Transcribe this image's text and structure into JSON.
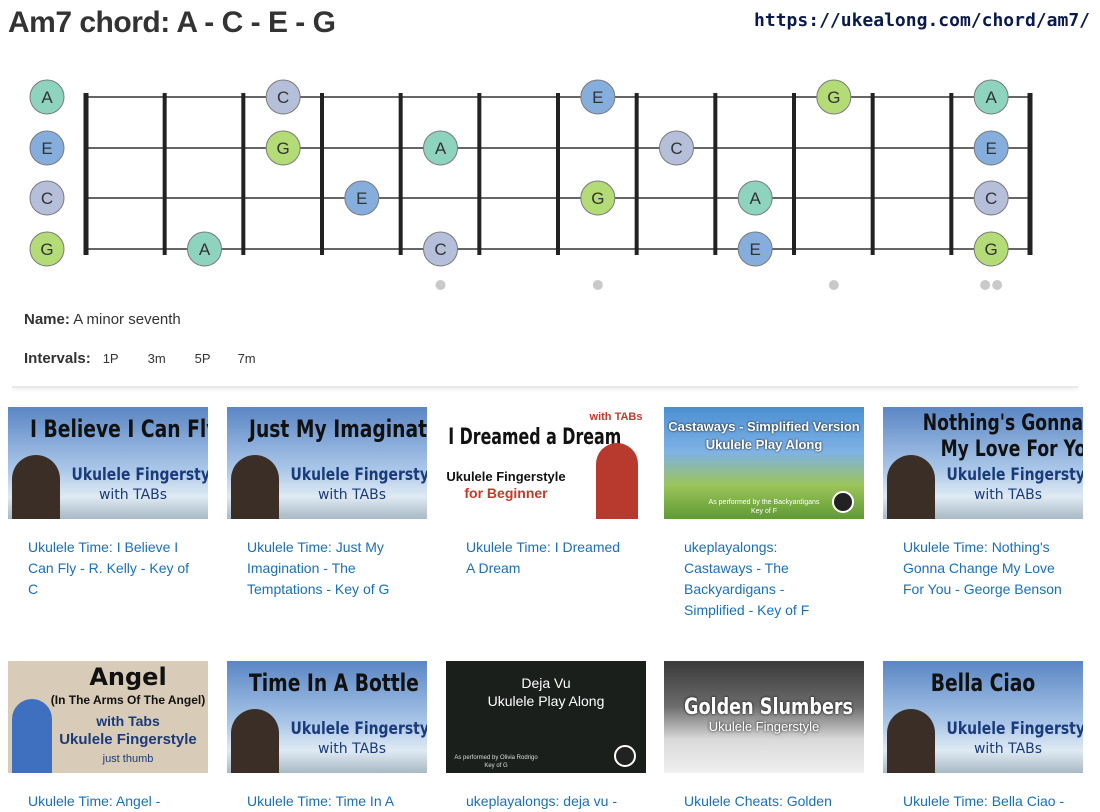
{
  "header": {
    "title": "Am7 chord: A - C - E - G",
    "url": "https://ukealong.com/chord/am7/"
  },
  "fretboard": {
    "open_notes": [
      "A",
      "E",
      "C",
      "G"
    ],
    "strings": [
      {
        "notes": [
          [
            "C",
            3
          ],
          [
            "E",
            7
          ],
          [
            "G",
            10
          ],
          [
            "A",
            12
          ]
        ]
      },
      {
        "notes": [
          [
            "G",
            3
          ],
          [
            "A",
            5
          ],
          [
            "C",
            8
          ],
          [
            "E",
            12
          ]
        ]
      },
      {
        "notes": [
          [
            "E",
            4
          ],
          [
            "G",
            7
          ],
          [
            "A",
            9
          ],
          [
            "C",
            12
          ]
        ]
      },
      {
        "notes": [
          [
            "A",
            2
          ],
          [
            "C",
            5
          ],
          [
            "E",
            9
          ],
          [
            "G",
            12
          ]
        ]
      }
    ],
    "note_colors": {
      "A": "#8ed3be",
      "C": "#b5bfd9",
      "E": "#86aedd",
      "G": "#b3dc77"
    },
    "markers": [
      [
        5,
        1
      ],
      [
        7,
        1
      ],
      [
        10,
        1
      ],
      [
        12,
        2
      ]
    ]
  },
  "info": {
    "name_label": "Name:",
    "name_value": "A minor seventh",
    "intervals_label": "Intervals:",
    "intervals": [
      "1P",
      "3m",
      "5P",
      "7m"
    ]
  },
  "videos": [
    {
      "thumb_style": "blue",
      "thumb_lines": [
        "I Believe I Can Fly",
        "Ukulele Fingerstyle",
        "with TABs"
      ],
      "caption": "Ukulele Time: I Believe I Can Fly - R. Kelly - Key of C"
    },
    {
      "thumb_style": "blue",
      "thumb_lines": [
        "Just My Imagination",
        "Ukulele Fingerstyle",
        "with TABs"
      ],
      "caption": "Ukulele Time: Just My Imagination - The Temptations - Key of G"
    },
    {
      "thumb_style": "white",
      "thumb_lines": [
        "I Dreamed a Dream",
        "Ukulele Fingerstyle",
        "for Beginner"
      ],
      "thumb_extra": "with TABs",
      "caption": "Ukulele Time: I Dreamed A Dream"
    },
    {
      "thumb_style": "cartoon",
      "thumb_lines": [
        "Castaways - Simplified Version",
        "Ukulele Play Along",
        "As performed by the Backyardigans"
      ],
      "thumb_extra": "Key of F",
      "caption": "ukeplayalongs: Castaways - The Backyardigans - Simplified - Key of F"
    },
    {
      "thumb_style": "blue",
      "thumb_lines": [
        "Nothing's Gonna Change",
        "My Love For You",
        "Ukulele Fingerstyle"
      ],
      "thumb_extra": "with TABs",
      "caption": "Ukulele Time: Nothing's Gonna Change My Love For You - George Benson"
    },
    {
      "thumb_style": "tan",
      "thumb_lines": [
        "Angel",
        "(In The Arms Of The Angel)",
        "with Tabs"
      ],
      "thumb_extra": "Ukulele Fingerstyle",
      "thumb_extra2": "just thumb",
      "caption": "Ukulele Time: Angel -"
    },
    {
      "thumb_style": "blue",
      "thumb_lines": [
        "Time In A Bottle",
        "Ukulele Fingerstyle",
        "with TABs"
      ],
      "caption": "Ukulele Time: Time In A"
    },
    {
      "thumb_style": "dark",
      "thumb_lines": [
        "Deja Vu",
        "Ukulele Play Along",
        "As performed by Olivia Rodrigo"
      ],
      "thumb_extra": "Key of G",
      "caption": "ukeplayalongs: deja vu -"
    },
    {
      "thumb_style": "guitar",
      "thumb_lines": [
        "Golden Slumbers",
        "Ukulele Fingerstyle",
        ""
      ],
      "caption": "Ukulele Cheats: Golden"
    },
    {
      "thumb_style": "blue",
      "thumb_lines": [
        "Bella Ciao",
        "Ukulele Fingerstyle",
        "with TABs"
      ],
      "caption": "Ukulele Time: Bella Ciao -"
    }
  ]
}
